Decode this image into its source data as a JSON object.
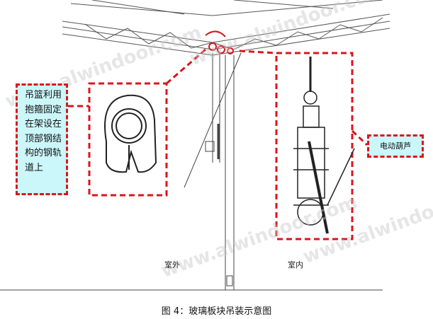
{
  "left_note": {
    "lines": [
      "吊篮利用",
      "抱箍固定",
      "在架设在",
      "顶部钢结",
      "构的钢轨",
      "道上"
    ]
  },
  "hoist_note": "电动葫芦",
  "labels": {
    "outdoor": "室外",
    "indoor": "室内"
  },
  "caption": "图 4：玻璃板块吊装示意图",
  "watermark": "www.alwindoor.com",
  "colors": {
    "callout": "#d9161c",
    "note_fill": "#ccf7fa"
  }
}
